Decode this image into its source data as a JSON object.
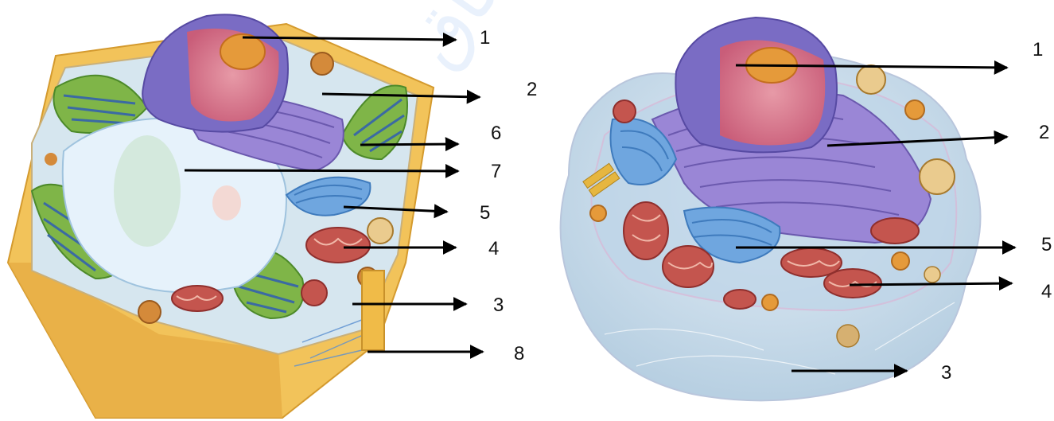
{
  "colors": {
    "plant_wall": "#f2c35a",
    "plant_wall_dark": "#e2a83a",
    "cytoplasm": "#d8e8f2",
    "chloroplast": "#7fb548",
    "vacuole": "#e6f2fb",
    "nucleus_purple": "#7a6cc4",
    "nucleus_red": "#d9738b",
    "nucleolus": "#e59a3a",
    "er_purple": "#9a86d6",
    "golgi_blue": "#6fa6df",
    "mitochondria": "#c4554e",
    "animal_cytoplasm": "#cfe0ee",
    "arrow": "#000000"
  },
  "plant_cell": {
    "labels": [
      "1",
      "2",
      "6",
      "7",
      "5",
      "4",
      "3",
      "8"
    ]
  },
  "animal_cell": {
    "labels": [
      "1",
      "2",
      "5",
      "4",
      "3"
    ]
  },
  "watermark": "ميثاق"
}
